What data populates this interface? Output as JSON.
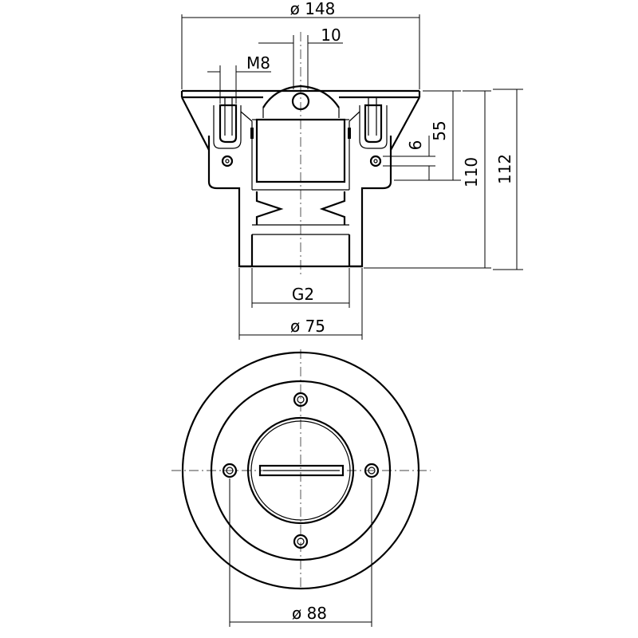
{
  "drawing": {
    "side_view": {
      "dimensions": {
        "flange_diameter": "ø 148",
        "offset": "10",
        "thread": "M8",
        "height_55": "55",
        "height_6": "6",
        "height_110": "110",
        "height_112": "112",
        "pipe_thread": "G2",
        "pipe_diameter": "ø 75"
      }
    },
    "top_view": {
      "dimensions": {
        "bolt_circle": "ø 88"
      }
    }
  }
}
